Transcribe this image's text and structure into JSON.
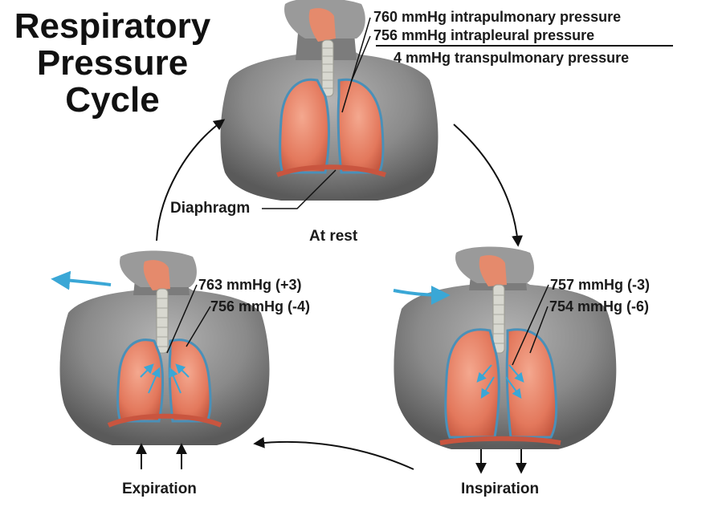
{
  "title": {
    "line1": "Respiratory",
    "line2": "Pressure",
    "line3": "Cycle"
  },
  "at_rest": {
    "caption": "At rest",
    "intrapulmonary": "760 mmHg intrapulmonary pressure",
    "intrapleural": "756 mmHg intrapleural pressure",
    "transpulmonary": "4 mmHg transpulmonary pressure",
    "diaphragm_label": "Diaphragm"
  },
  "inspiration": {
    "caption": "Inspiration",
    "intrapulmonary": "757 mmHg (-3)",
    "intrapleural": "754 mmHg (-6)"
  },
  "expiration": {
    "caption": "Expiration",
    "intrapulmonary": "763 mmHg (+3)",
    "intrapleural": "756 mmHg (-4)"
  },
  "colors": {
    "skin": "#8a8a8a",
    "skin_dark": "#5e5e5e",
    "lung": "#e8856a",
    "lung_dark": "#c9553f",
    "pleura": "#4a90b8",
    "trachea": "#d8d8d0",
    "diaphragm": "#c9553f",
    "airflow": "#3aa7d6",
    "arrow": "#111111"
  }
}
